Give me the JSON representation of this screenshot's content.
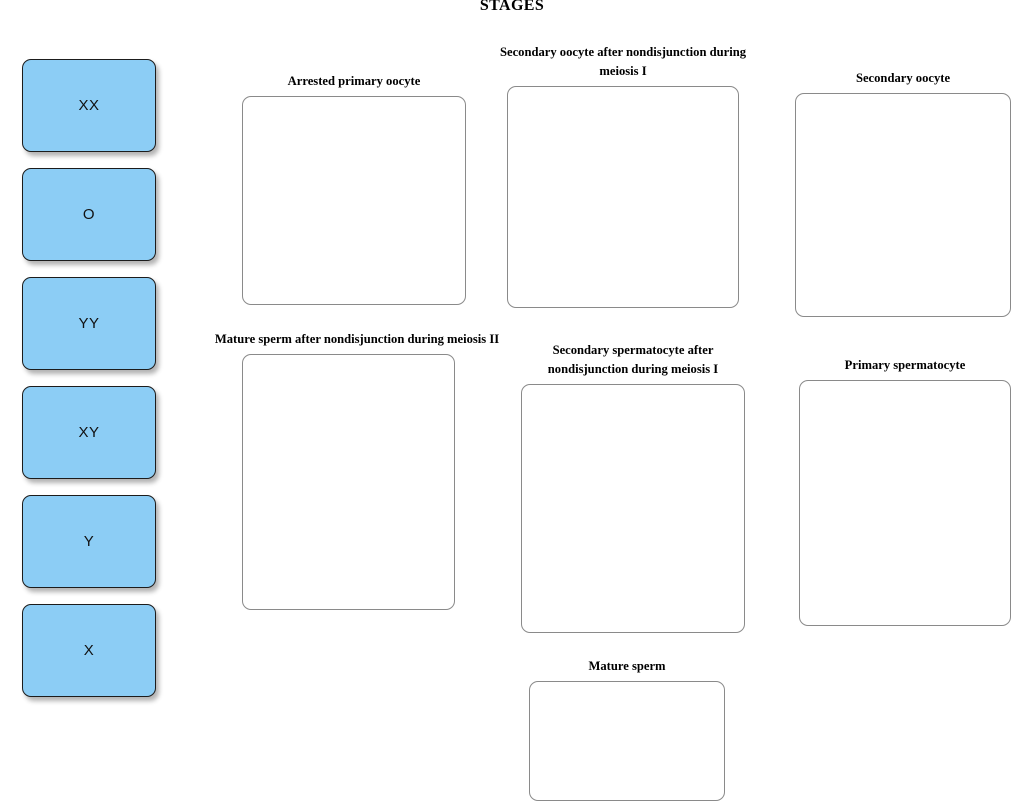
{
  "page": {
    "title": "STAGES",
    "accent_tile_color": "#8ccdf5",
    "tile_border_color": "#1c1c1c",
    "dropzone_border_color": "#8a8a8a",
    "background_color": "#ffffff"
  },
  "tray": {
    "tiles": [
      {
        "label": "XX"
      },
      {
        "label": "O"
      },
      {
        "label": "YY"
      },
      {
        "label": "XY"
      },
      {
        "label": "Y"
      },
      {
        "label": "X"
      }
    ]
  },
  "dropzones": [
    {
      "label": "Arrested primary oocyte"
    },
    {
      "label": "Secondary oocyte after nondisjunction during meiosis I"
    },
    {
      "label": "Secondary oocyte"
    },
    {
      "label": "Mature sperm after nondisjunction during meiosis II"
    },
    {
      "label": "Secondary spermatocyte after nondisjunction during meiosis I"
    },
    {
      "label": "Primary spermatocyte"
    },
    {
      "label": "Mature sperm"
    }
  ]
}
